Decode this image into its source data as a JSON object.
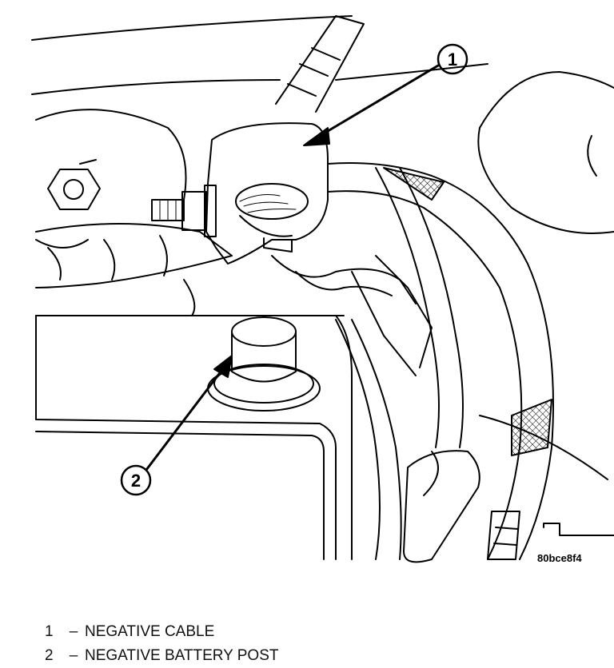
{
  "diagram": {
    "figure_code": "80bce8f4",
    "callouts": [
      {
        "number": "1",
        "target": "negative-cable"
      },
      {
        "number": "2",
        "target": "negative-battery-post"
      }
    ]
  },
  "legend": {
    "items": [
      {
        "number": "1",
        "separator": "–",
        "label": "NEGATIVE CABLE"
      },
      {
        "number": "2",
        "separator": "–",
        "label": "NEGATIVE BATTERY POST"
      }
    ]
  }
}
